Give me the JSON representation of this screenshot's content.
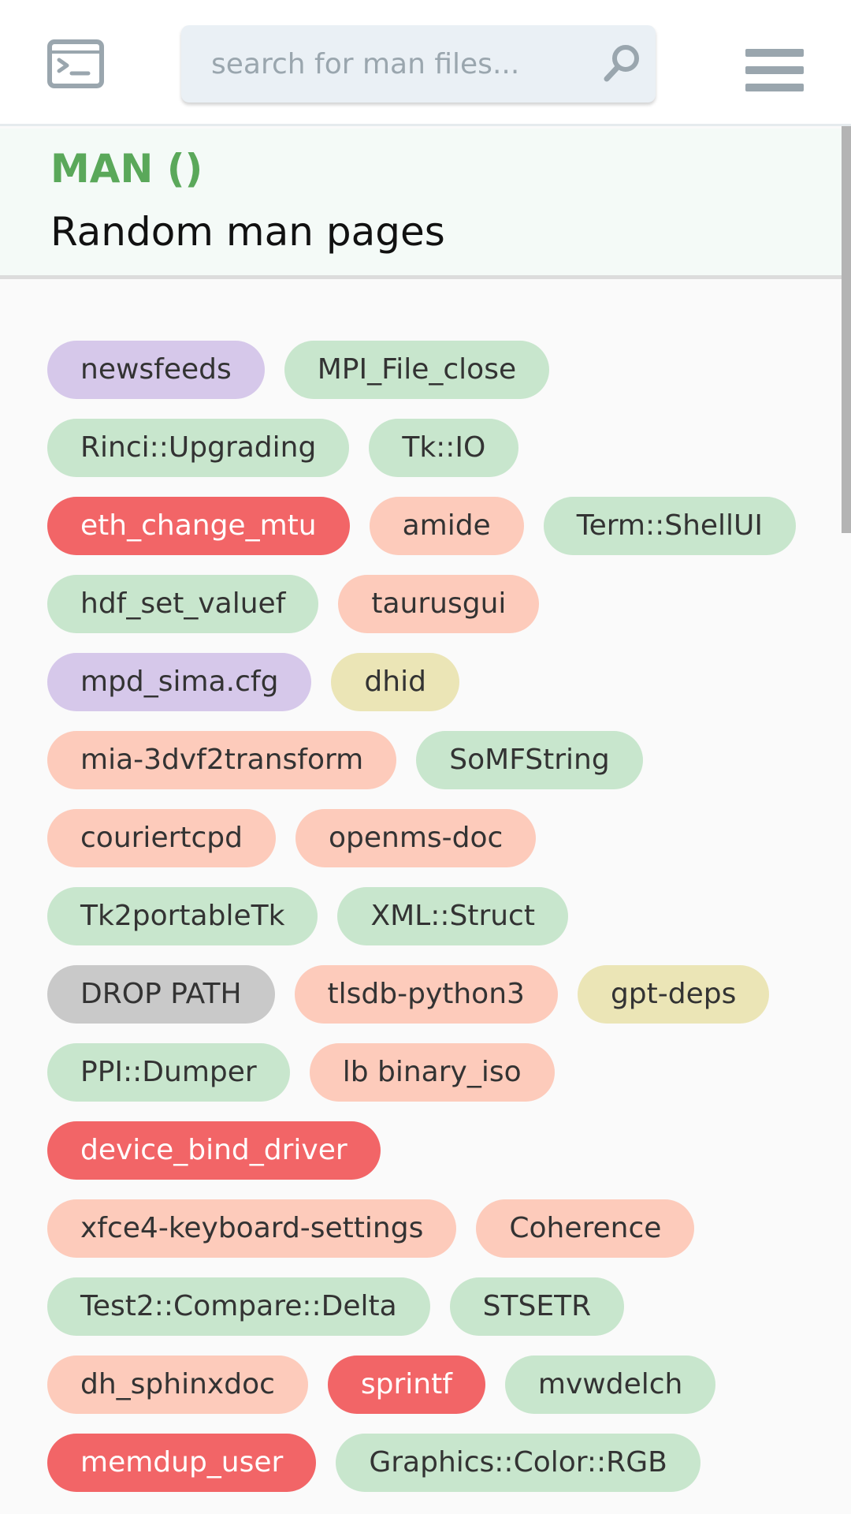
{
  "topbar": {
    "logo_icon": "terminal-icon",
    "search_placeholder": "search for man files...",
    "search_icon": "search-icon",
    "menu_icon": "hamburger-menu-icon"
  },
  "header": {
    "section": "MAN ()",
    "title": "Random man pages"
  },
  "colors": {
    "green": "#c8e6cd",
    "purple": "#d6c8ea",
    "salmon": "#fdcbbb",
    "red": "#f26567",
    "khaki": "#ebe5b6",
    "gray": "#c9c9c9",
    "section_green": "#5aa85a"
  },
  "tags": [
    {
      "label": "newsfeeds",
      "color": "purple"
    },
    {
      "label": "MPI_File_close",
      "color": "green"
    },
    {
      "label": "Rinci::Upgrading",
      "color": "green"
    },
    {
      "label": "Tk::IO",
      "color": "green"
    },
    {
      "label": "eth_change_mtu",
      "color": "red"
    },
    {
      "label": "amide",
      "color": "salmon"
    },
    {
      "label": "Term::ShellUI",
      "color": "green"
    },
    {
      "label": "hdf_set_valuef",
      "color": "green"
    },
    {
      "label": "taurusgui",
      "color": "salmon"
    },
    {
      "label": "mpd_sima.cfg",
      "color": "purple"
    },
    {
      "label": "dhid",
      "color": "khaki"
    },
    {
      "label": "mia-3dvf2transform",
      "color": "salmon"
    },
    {
      "label": "SoMFString",
      "color": "green"
    },
    {
      "label": "couriertcpd",
      "color": "salmon"
    },
    {
      "label": "openms-doc",
      "color": "salmon"
    },
    {
      "label": "Tk2portableTk",
      "color": "green"
    },
    {
      "label": "XML::Struct",
      "color": "green"
    },
    {
      "label": "DROP PATH",
      "color": "gray"
    },
    {
      "label": "tlsdb-python3",
      "color": "salmon"
    },
    {
      "label": "gpt-deps",
      "color": "khaki"
    },
    {
      "label": "PPI::Dumper",
      "color": "green"
    },
    {
      "label": "lb binary_iso",
      "color": "salmon"
    },
    {
      "label": "device_bind_driver",
      "color": "red"
    },
    {
      "label": "xfce4-keyboard-settings",
      "color": "salmon"
    },
    {
      "label": "Coherence",
      "color": "salmon"
    },
    {
      "label": "Test2::Compare::Delta",
      "color": "green"
    },
    {
      "label": "STSETR",
      "color": "green"
    },
    {
      "label": "dh_sphinxdoc",
      "color": "salmon"
    },
    {
      "label": "sprintf",
      "color": "red"
    },
    {
      "label": "mvwdelch",
      "color": "green"
    },
    {
      "label": "memdup_user",
      "color": "red"
    },
    {
      "label": "Graphics::Color::RGB",
      "color": "green"
    }
  ]
}
